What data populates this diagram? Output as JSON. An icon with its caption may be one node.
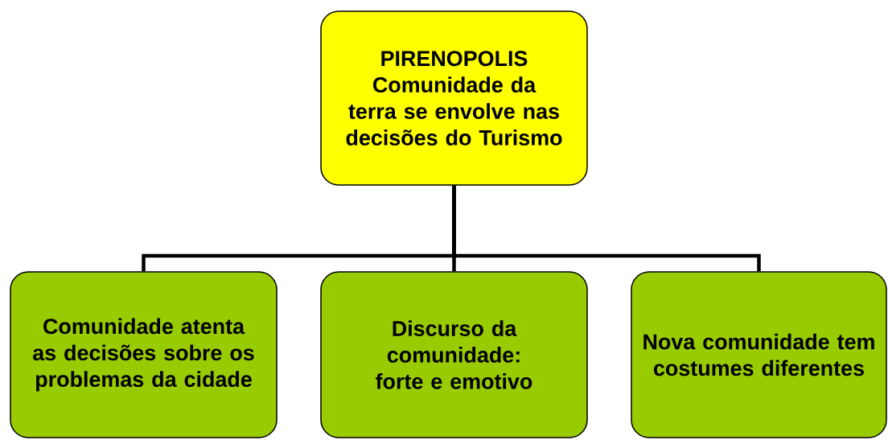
{
  "diagram": {
    "nodes": [
      {
        "text": [
          "PIRENOPOLIS",
          "Comunidade da terra se envolve nas decisões do Turismo"
        ]
      },
      {
        "text": [
          "Comunidade atenta as decisões sobre os problemas da cidade"
        ]
      },
      {
        "text": [
          "Discurso da comunidade: forte e emotivo"
        ]
      },
      {
        "text": [
          "Nova comunidade tem costumes diferentes"
        ]
      }
    ],
    "edges": [
      {
        "from": 0,
        "to": 1,
        "arrow": "none"
      },
      {
        "from": 0,
        "to": 2,
        "arrow": "none"
      },
      {
        "from": 0,
        "to": 3,
        "arrow": "none"
      }
    ]
  }
}
